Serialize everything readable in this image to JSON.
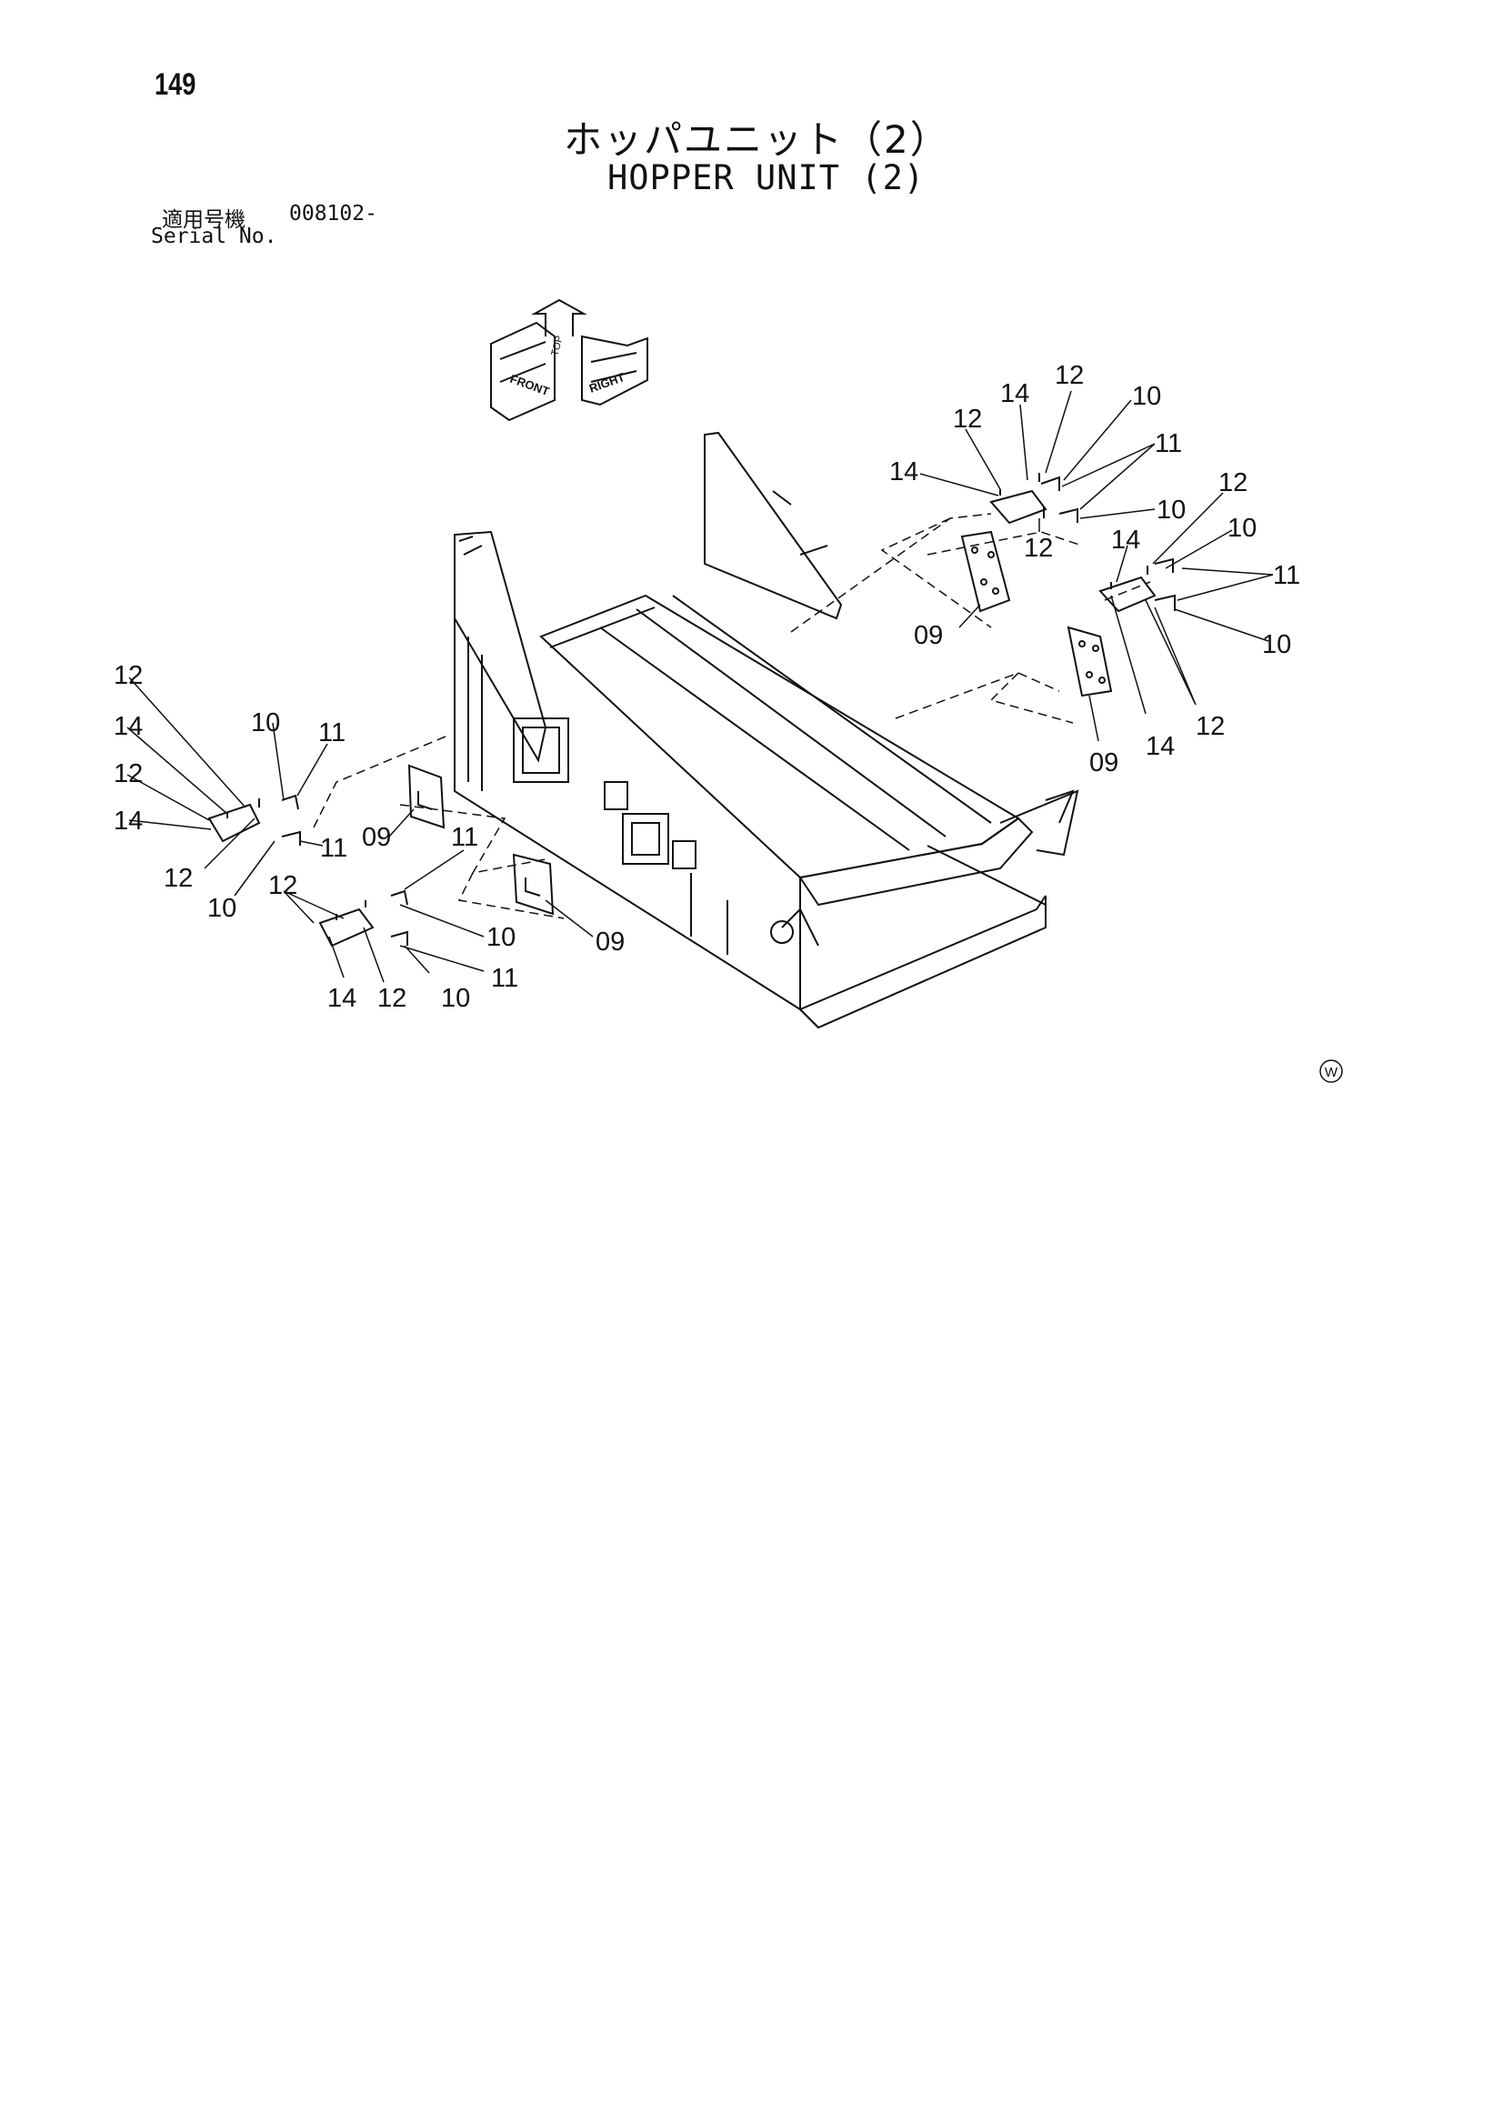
{
  "header": {
    "page_number": "149",
    "title_jp": "ホッパユニット（2）",
    "title_en": "HOPPER UNIT (2)"
  },
  "serial": {
    "label_jp": "適用号機",
    "value": "008102-",
    "label_en": "Serial No."
  },
  "compass": {
    "top": "TOP",
    "front": "FRONT",
    "right": "RIGHT"
  },
  "stamp": "W",
  "callouts": {
    "c09": "09",
    "c10": "10",
    "c11": "11",
    "c12": "12",
    "c14": "14"
  }
}
